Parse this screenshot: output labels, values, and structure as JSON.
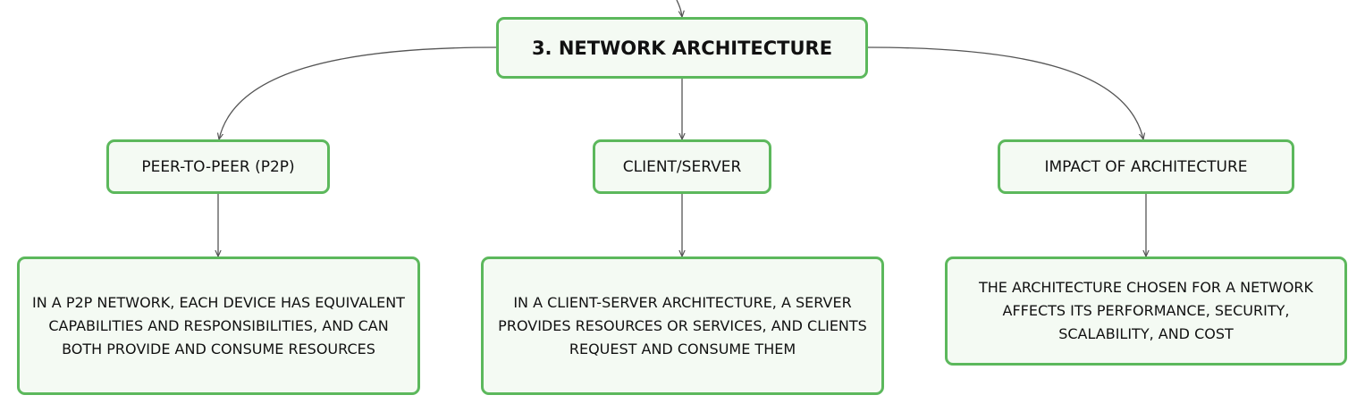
{
  "root": {
    "label": "3. NETWORK ARCHITECTURE"
  },
  "branches": [
    {
      "label": "PEER-TO-PEER (P2P)",
      "detail": "IN A P2P NETWORK, EACH DEVICE HAS EQUIVALENT CAPABILITIES AND RESPONSIBILITIES, AND CAN BOTH PROVIDE AND CONSUME RESOURCES"
    },
    {
      "label": "CLIENT/SERVER",
      "detail": "IN A CLIENT-SERVER ARCHITECTURE, A SERVER PROVIDES RESOURCES OR SERVICES, AND CLIENTS REQUEST AND CONSUME THEM"
    },
    {
      "label": "IMPACT OF ARCHITECTURE",
      "detail": "THE ARCHITECTURE CHOSEN FOR A NETWORK AFFECTS ITS PERFORMANCE, SECURITY, SCALABILITY, AND COST"
    }
  ],
  "colors": {
    "node_border": "#5cb85c",
    "node_fill": "#f4faf3",
    "connector": "#555555",
    "text": "#111111"
  }
}
